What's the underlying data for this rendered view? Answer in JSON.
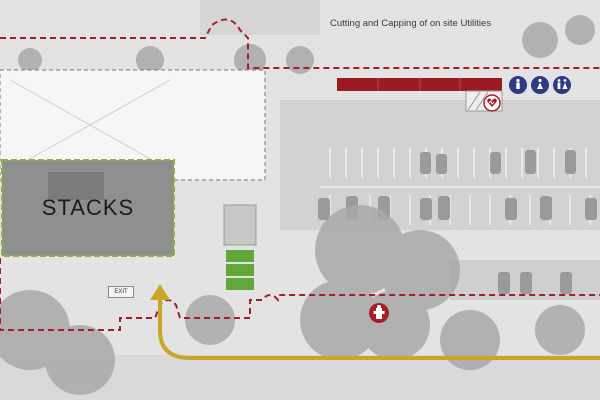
{
  "map": {
    "utilities_label": "Cutting and Capping of on site Utilities",
    "building_label": "STACKS",
    "exit_sign_text": "EXIT"
  },
  "icons": {
    "restroom": [
      "restroom-man-icon",
      "restroom-woman-icon",
      "restroom-family-icon"
    ],
    "aed": "aed-heart-icon",
    "hydrant": "fire-hydrant-icon",
    "route_arrow": "pedestrian-route-arrow"
  },
  "colors": {
    "boundary_dash": "#a3202a",
    "utility_bar": "#9b1b22",
    "restroom_icon": "#2f3a86",
    "route_path": "#c9a62a",
    "building_outline": "#8cb33d",
    "building_fill": "#8f8f8f",
    "green_blocks": "#62a83c"
  }
}
